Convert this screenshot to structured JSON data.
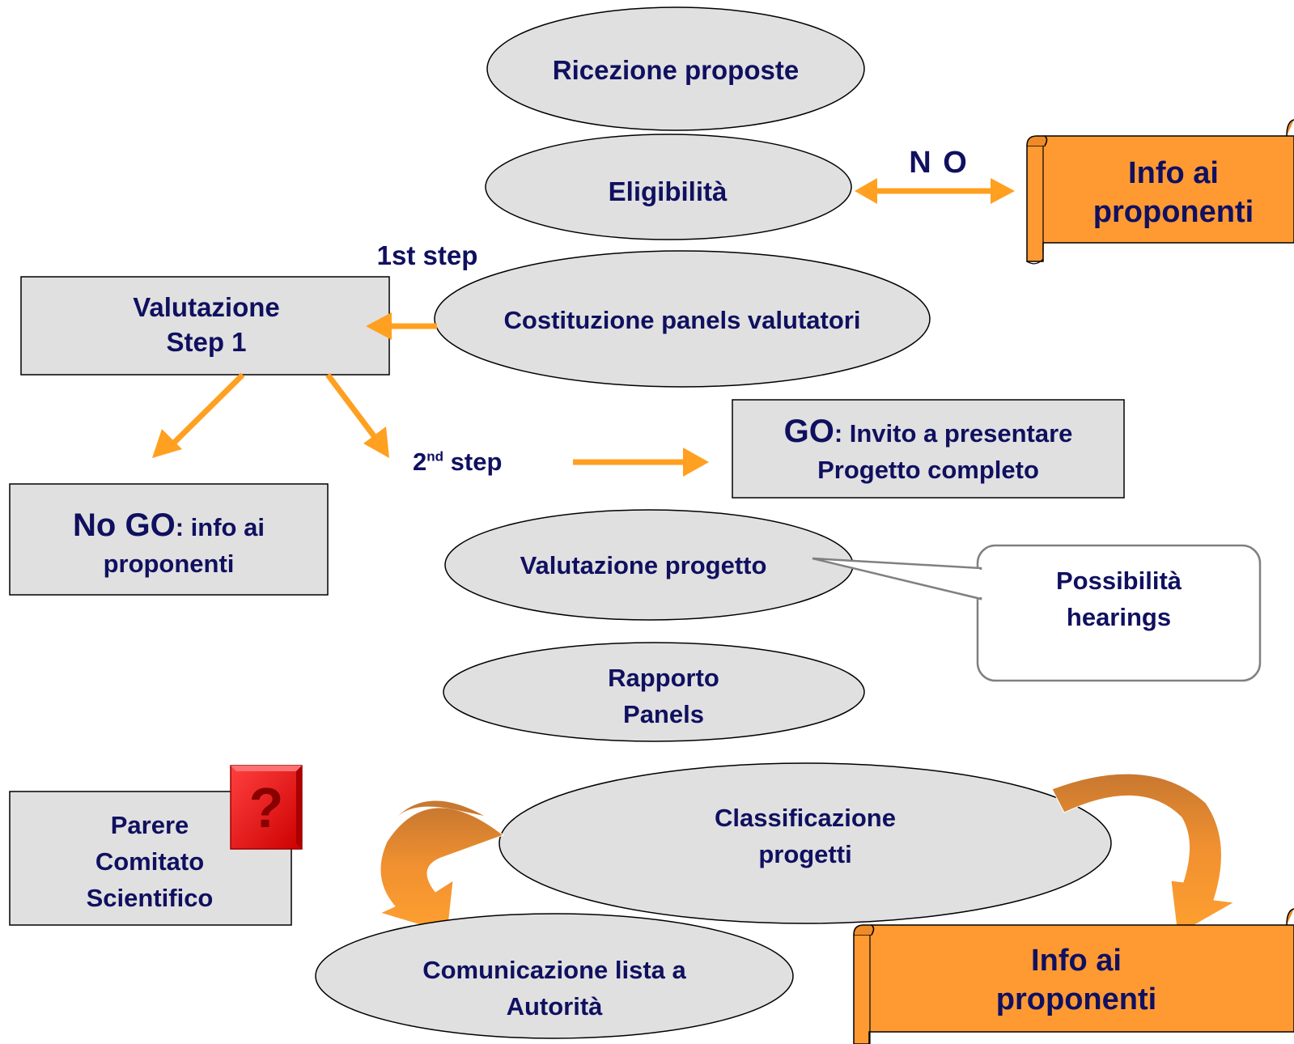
{
  "nodes": {
    "ricezione": "Ricezione proposte",
    "eligibilita": "Eligibilità",
    "no_label": "N O",
    "info_top": [
      "Info ai",
      "proponenti"
    ],
    "first_step": "1st step",
    "costituzione": "Costituzione panels valutatori",
    "valutazione_step1": [
      "Valutazione",
      "Step 1"
    ],
    "second_step_num": "2",
    "second_step_sup": "nd",
    "second_step_word": " step",
    "go_strong": "GO",
    "go_rest": ": Invito a presentare",
    "go_line2": "Progetto completo",
    "nogo_strong": "No GO",
    "nogo_rest": ": info ai",
    "nogo_line2": "proponenti",
    "valutazione_progetto": "Valutazione progetto",
    "hearings": [
      "Possibilità",
      "hearings"
    ],
    "rapporto": [
      "Rapporto",
      "Panels"
    ],
    "parere": [
      "Parere",
      "Comitato",
      "Scientifico"
    ],
    "question_mark": "?",
    "classificazione": [
      "Classificazione",
      "progetti"
    ],
    "comunicazione": [
      "Comunicazione lista a",
      "Autorità"
    ],
    "info_bottom": [
      "Info ai",
      "proponenti"
    ]
  },
  "colors": {
    "ellipse_fill": "#e0e0e0",
    "box_fill": "#e0e0e0",
    "text": "#101060",
    "orange_arrow": "#ffa020",
    "scroll_fill": "#ff9a33",
    "question_box": "#ee1111",
    "curved_arrow_dark": "#c87830"
  }
}
